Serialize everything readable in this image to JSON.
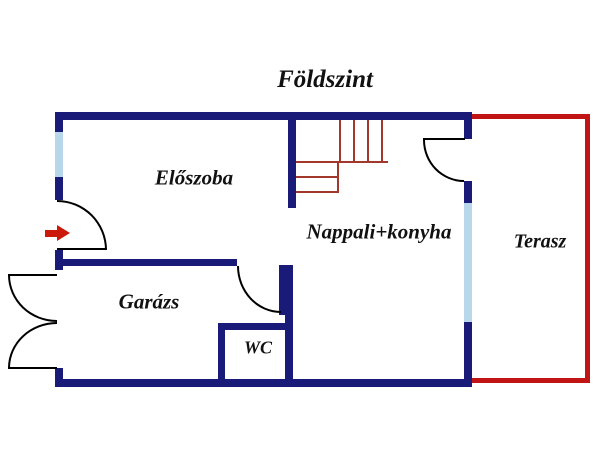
{
  "title": "Földszint",
  "labels": {
    "eloszoba": "Előszoba",
    "nappali_konyha": "Nappali+konyha",
    "terasz": "Terasz",
    "garazs": "Garázs",
    "wc": "WC"
  },
  "colors": {
    "wall": "#1a1a78",
    "window": "#b9d7ea",
    "terrace_outline": "#c11414",
    "stairs": "#a2372b",
    "entrance_arrow": "#cc1a0a",
    "text": "#111111",
    "background": "#ffffff"
  },
  "icons": {
    "entrance_arrow": "right-arrow-entrance-marker"
  }
}
